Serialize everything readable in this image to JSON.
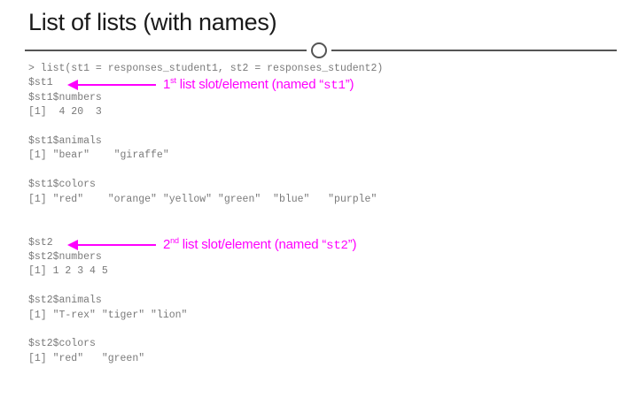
{
  "title": "List of lists (with names)",
  "code_lines": [
    "> list(st1 = responses_student1, st2 = responses_student2)",
    "$st1",
    "$st1$numbers",
    "[1]  4 20  3",
    "",
    "$st1$animals",
    "[1] \"bear\"    \"giraffe\"",
    "",
    "$st1$colors",
    "[1] \"red\"    \"orange\" \"yellow\" \"green\"  \"blue\"   \"purple\"",
    "",
    "",
    "$st2",
    "$st2$numbers",
    "[1] 1 2 3 4 5",
    "",
    "$st2$animals",
    "[1] \"T-rex\" \"tiger\" \"lion\"",
    "",
    "$st2$colors",
    "[1] \"red\"   \"green\""
  ],
  "callouts": [
    {
      "ordinal_num": "1",
      "ordinal_suffix": "st",
      "text_before": " list slot/element (named “",
      "name": "st1",
      "text_after": "”)"
    },
    {
      "ordinal_num": "2",
      "ordinal_suffix": "nd",
      "text_before": " list slot/element (named “",
      "name": "st2",
      "text_after": "”)"
    }
  ],
  "colors": {
    "accent": "#ff00ff",
    "code_text": "#7a7a7a",
    "title_text": "#1a1a1a",
    "rule": "#555555"
  }
}
